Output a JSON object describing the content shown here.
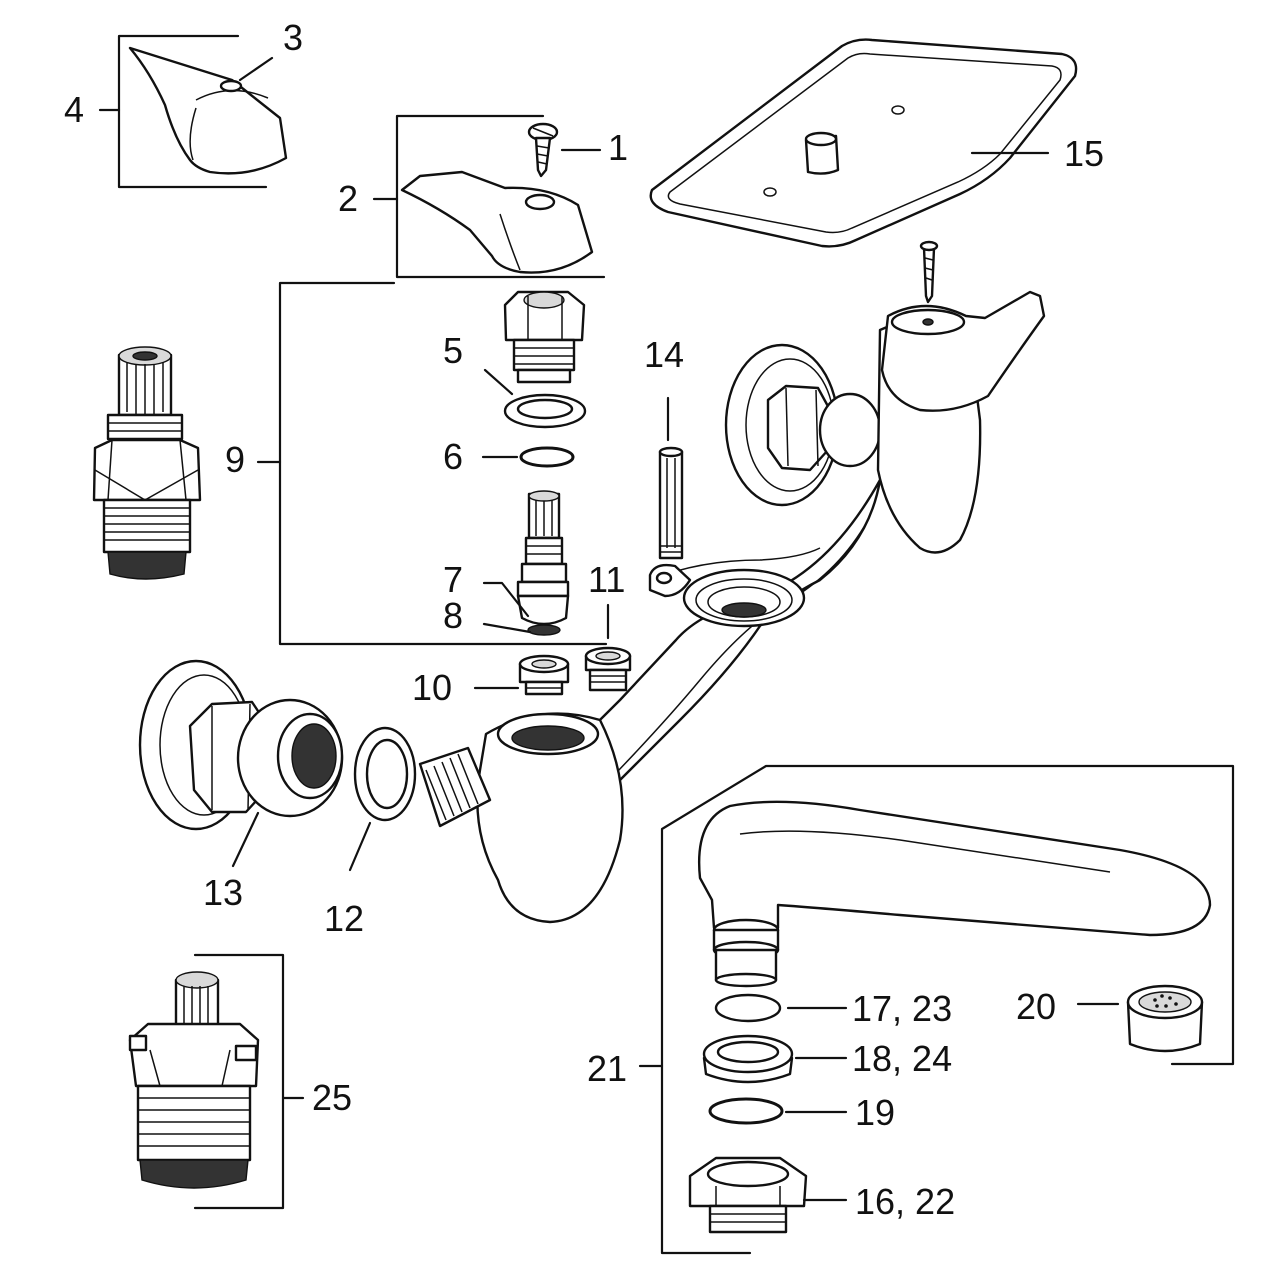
{
  "labels": {
    "l1": "1",
    "l2": "2",
    "l3": "3",
    "l4": "4",
    "l5": "5",
    "l6": "6",
    "l7": "7",
    "l8": "8",
    "l9": "9",
    "l10": "10",
    "l11": "11",
    "l12": "12",
    "l13": "13",
    "l14": "14",
    "l15": "15",
    "l16_22": "16, 22",
    "l17_23": "17, 23",
    "l18_24": "18, 24",
    "l19": "19",
    "l20": "20",
    "l21": "21",
    "l25": "25"
  },
  "colors": {
    "ink": "#111111",
    "paper": "#ffffff",
    "shade": "#d9d9d9"
  }
}
